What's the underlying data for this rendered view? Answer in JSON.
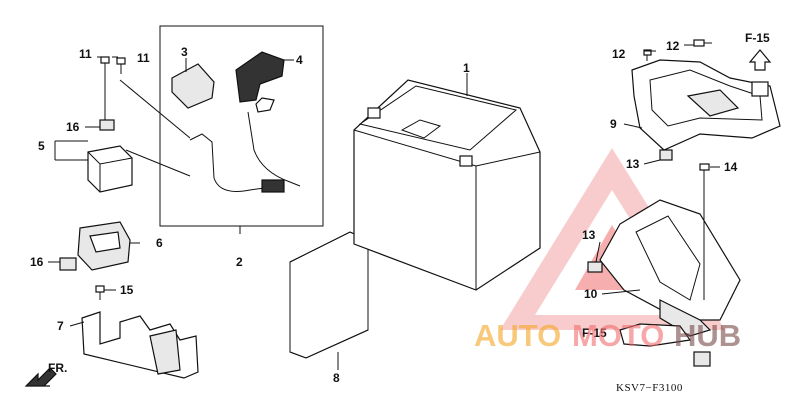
{
  "callouts": {
    "c1": "1",
    "c2": "2",
    "c3": "3",
    "c4": "4",
    "c5": "5",
    "c6": "6",
    "c7": "7",
    "c8": "8",
    "c9": "9",
    "c10": "10",
    "c11a": "11",
    "c11b": "11",
    "c12a": "12",
    "c12b": "12",
    "c13a": "13",
    "c13b": "13",
    "c14": "14",
    "c15": "15",
    "c16a": "16",
    "c16b": "16"
  },
  "refs": {
    "f15_top": "F-15",
    "f15_bottom": "F-15",
    "front": "FR."
  },
  "diagram_code": "KSV7−F3100",
  "watermark": {
    "part1": "AUTO",
    "part2": "MOTO",
    "part3": "HUB",
    "accent": "#f26d6d",
    "color_orange": "#f5a623"
  }
}
